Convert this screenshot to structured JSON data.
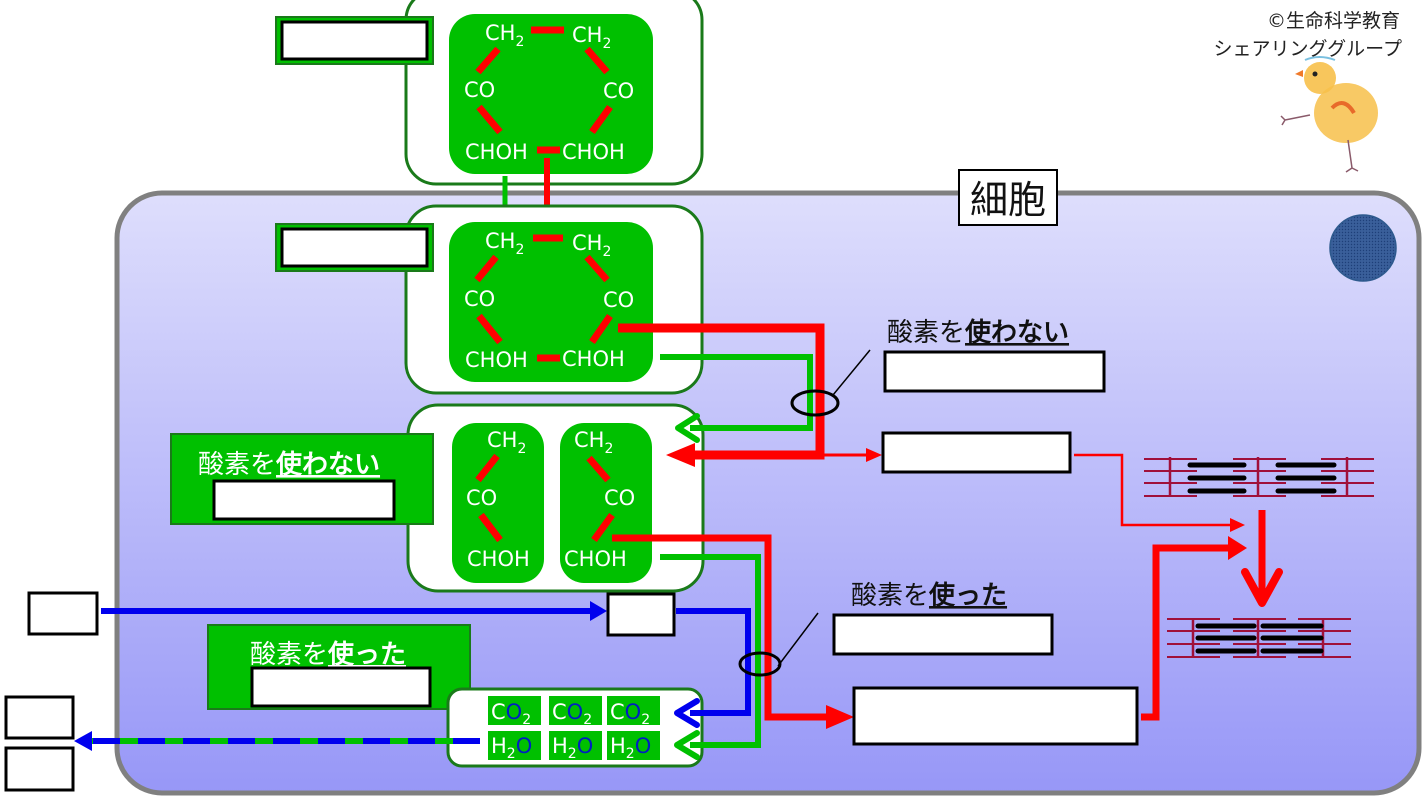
{
  "credit": {
    "line1": "©生命科学教育",
    "line2": "シェアリンググループ"
  },
  "cell": {
    "label": "細胞",
    "fill_top": "#dcdcfc",
    "fill_bottom": "#9a9af8",
    "border": "#808080"
  },
  "colors": {
    "green": "#00c000",
    "dark_green": "#1a7a1a",
    "red": "#ff0000",
    "blue": "#0000ee",
    "dark_red": "#a0103a",
    "nucleus": "#3a5f9a"
  },
  "molecule_top": {
    "atoms": [
      "CH",
      "CH",
      "CO",
      "CO",
      "CHOH",
      "CHOH"
    ],
    "subscript": "2"
  },
  "molecule_mid": {
    "atoms": [
      "CH",
      "CH",
      "CO",
      "CO",
      "CHOH",
      "CHOH"
    ],
    "subscript": "2"
  },
  "molecule_split": {
    "left": [
      "CH",
      "CO",
      "CHOH"
    ],
    "right": [
      "CH",
      "CO",
      "CHOH"
    ],
    "subscript": "2"
  },
  "products": {
    "co2": [
      "C",
      "O",
      "2"
    ],
    "h2o": [
      "H",
      "2",
      "O"
    ],
    "count": 3
  },
  "labels": {
    "anaerobic_prefix": "酸素を",
    "anaerobic_emph": "使わない",
    "aerobic_prefix": "酸素を",
    "aerobic_emph": "使った"
  },
  "answer_boxes": {
    "top_left": "",
    "mid_left": "",
    "anaerobic_left": "",
    "aerobic_left": "",
    "anaerobic_right": "",
    "lactate_right": "",
    "aerobic_right": "",
    "atp_box": "",
    "oxygen_in": "",
    "o2_box": "",
    "out_top": "",
    "out_bottom": ""
  }
}
